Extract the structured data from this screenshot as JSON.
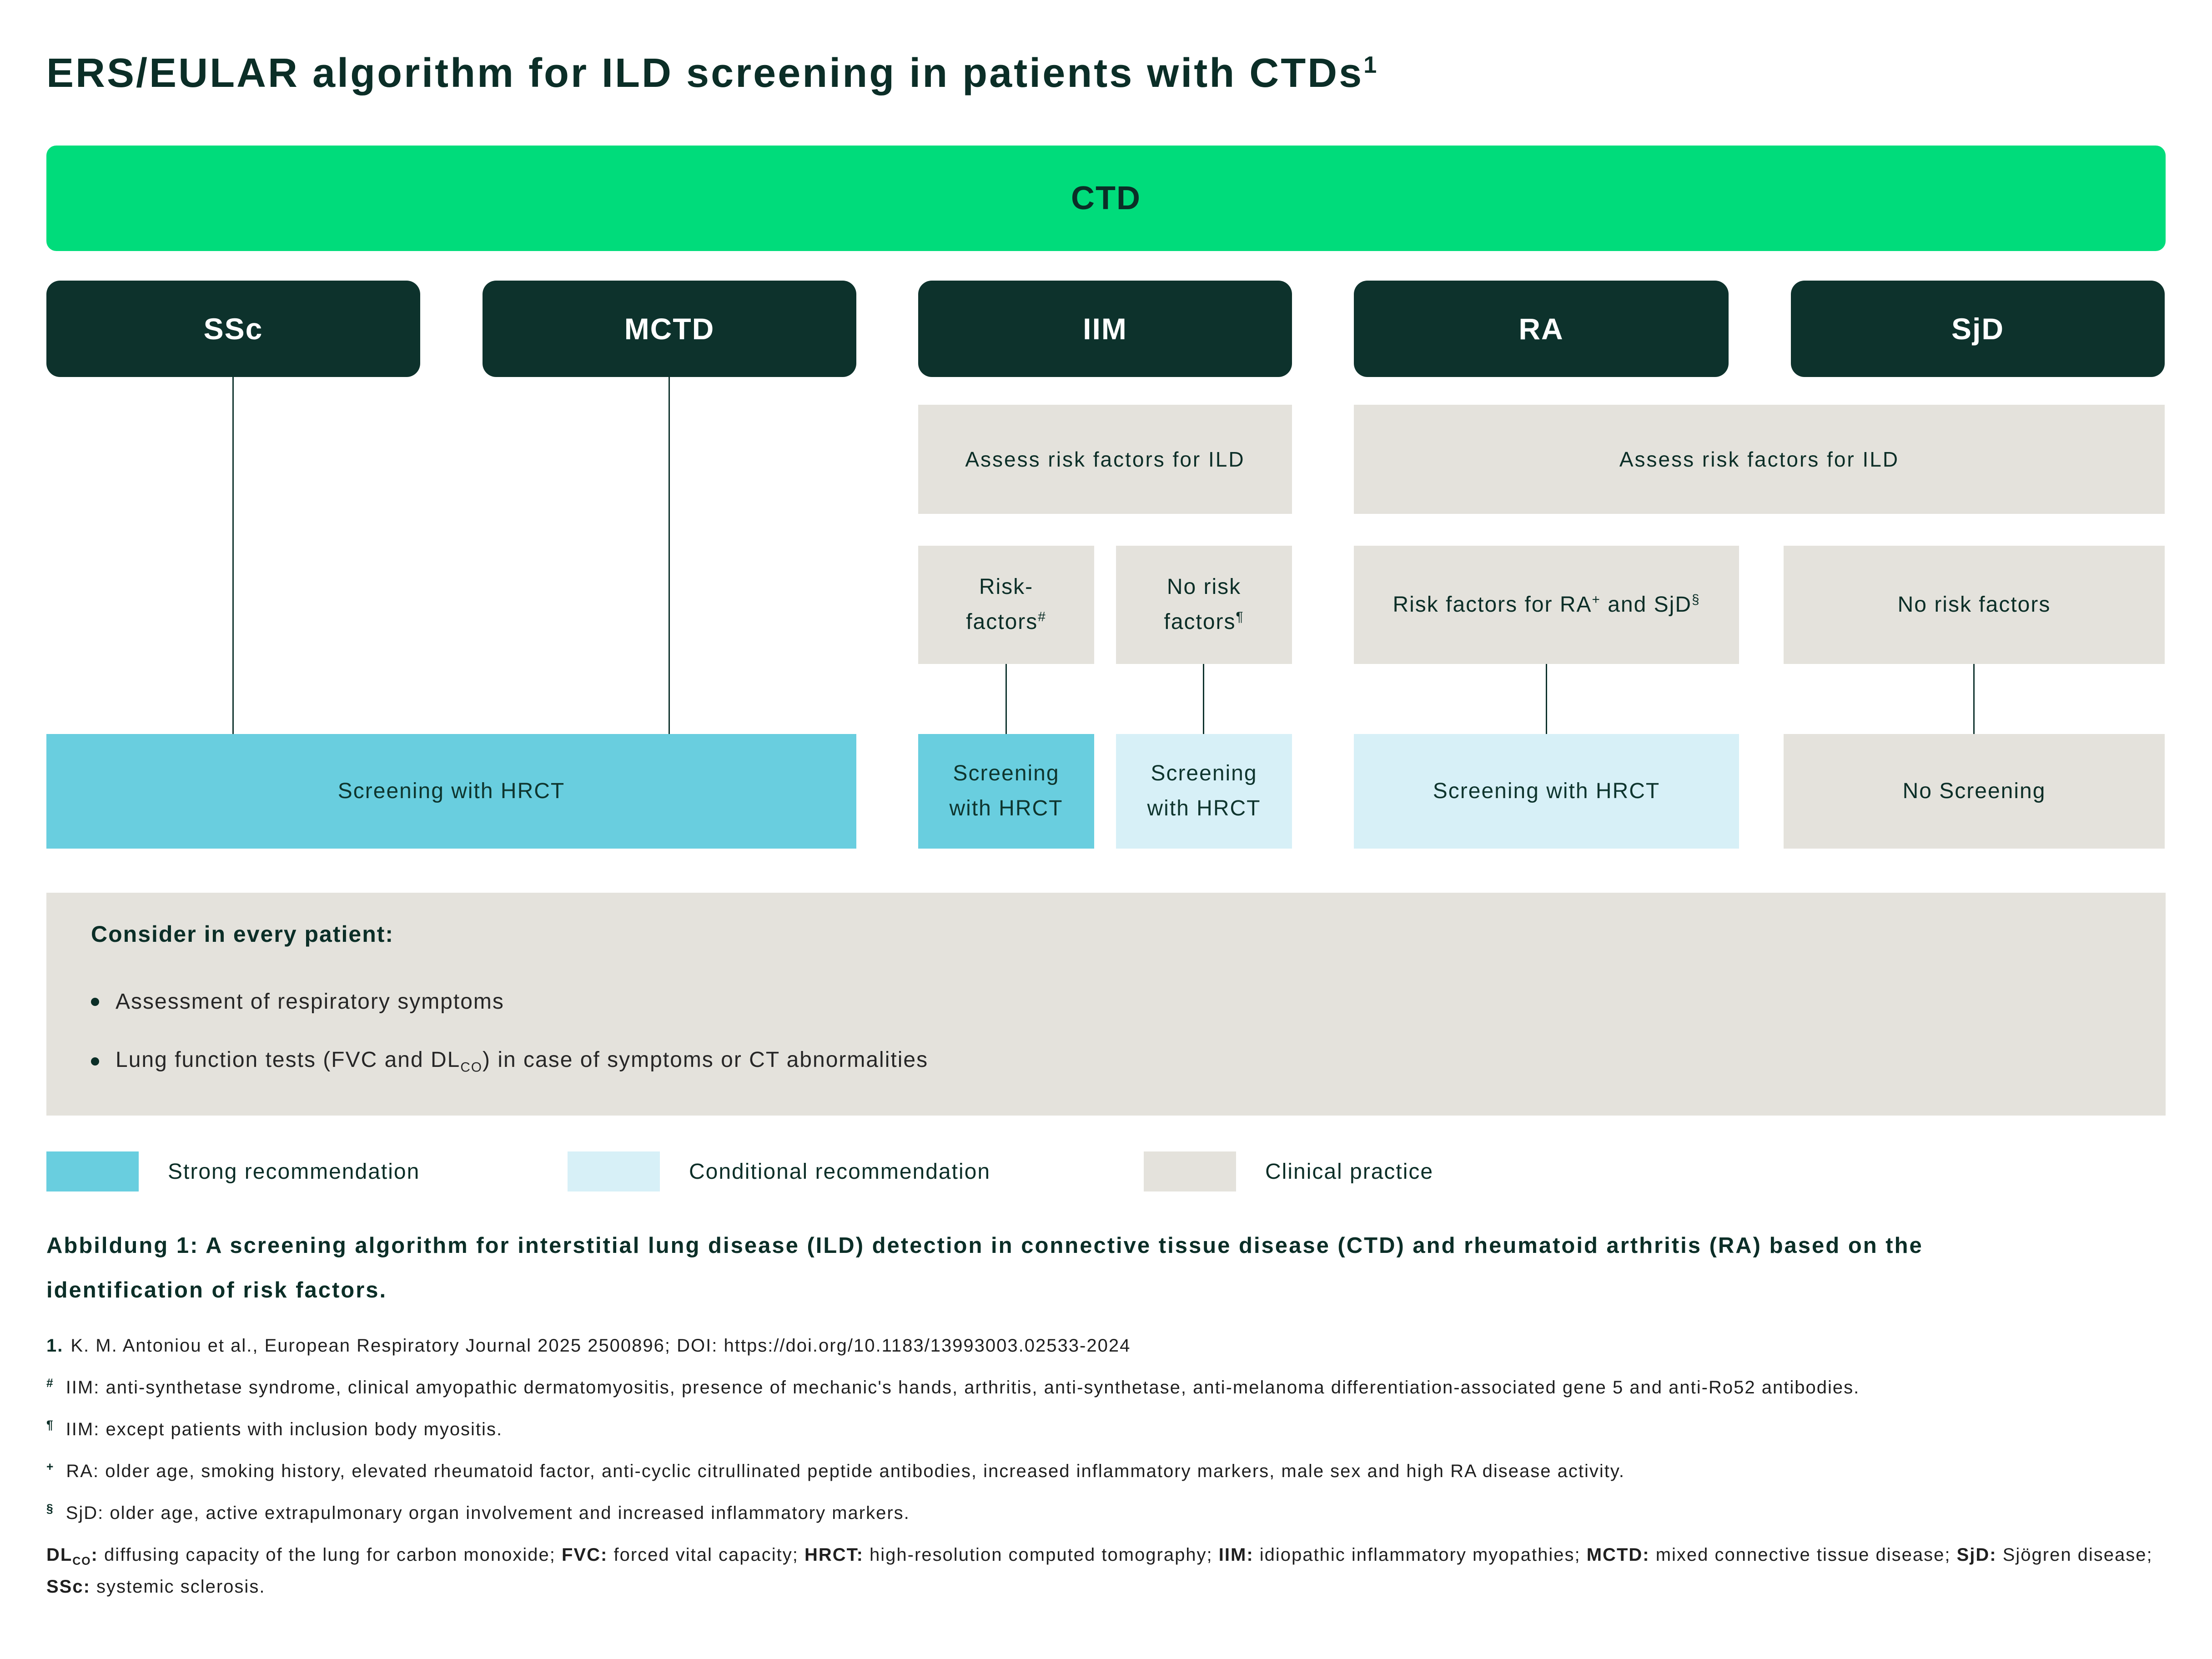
{
  "title": {
    "text": "ERS/EULAR algorithm for ILD screening in patients with CTDs",
    "superscript": "1"
  },
  "colors": {
    "brand_green": "#00DC7B",
    "dark_green_box": "#0D322C",
    "strong_recommendation_teal": "#69CEDF",
    "conditional_recommendation_blue": "#D7F0F7",
    "clinical_practice_gray": "#E4E2DC",
    "text_dark_green": "#0B2E27",
    "footnote_text": "#1F1F1F"
  },
  "diagram": {
    "root_label": "CTD",
    "disease_labels": {
      "ssc": "SSc",
      "mctd": "MCTD",
      "iim": "IIM",
      "ra": "RA",
      "sjd": "SjD"
    },
    "assess_iim_label": "Assess risk factors for ILD",
    "assess_ra_sjd_label": "Assess risk factors for ILD",
    "risk_iim_yes_segments": [
      {
        "t": "Risk-"
      },
      {
        "br": true
      },
      {
        "t": "factors"
      },
      {
        "t": "#",
        "sup": true
      }
    ],
    "risk_iim_no_segments": [
      {
        "t": "No risk"
      },
      {
        "br": true
      },
      {
        "t": "factors"
      },
      {
        "t": "¶",
        "sup": true
      }
    ],
    "risk_ra_yes_segments": [
      {
        "t": "Risk factors for RA"
      },
      {
        "t": "+",
        "sup": true
      },
      {
        "t": " and SjD"
      },
      {
        "t": "§",
        "sup": true
      }
    ],
    "risk_ra_no_label": "No risk factors",
    "screen_ssc_mctd_label": "Screening with HRCT",
    "screen_iim_yes_segments": [
      {
        "t": "Screening"
      },
      {
        "br": true
      },
      {
        "t": "with HRCT"
      }
    ],
    "screen_iim_no_segments": [
      {
        "t": "Screening"
      },
      {
        "br": true
      },
      {
        "t": "with HRCT"
      }
    ],
    "screen_ra_label": "Screening with HRCT",
    "screen_none_label": "No Screening"
  },
  "consider": {
    "heading": "Consider in every patient:",
    "bullet1": "Assessment of respiratory symptoms",
    "bullet2_segments": [
      {
        "t": "Lung function tests (FVC and DL"
      },
      {
        "t": "CO",
        "sub": true
      },
      {
        "t": ") in case of symptoms or CT abnormalities"
      }
    ]
  },
  "legend": {
    "strong": {
      "label": "Strong recommendation",
      "color": "#69CEDF"
    },
    "conditional": {
      "label": "Conditional recommendation",
      "color": "#D7F0F7"
    },
    "clinical": {
      "label": "Clinical practice",
      "color": "#E4E2DC"
    }
  },
  "caption": {
    "line1": "Abbildung 1: A screening algorithm for interstitial lung disease (ILD) detection in connective tissue disease (CTD) and rheumatoid arthritis (RA) based on the",
    "line2": "identification of risk factors."
  },
  "footnotes": {
    "ref": {
      "marker": "1.",
      "text": "K. M. Antoniou et al., European Respiratory Journal 2025 2500896; DOI: https://doi.org/10.1183/13993003.02533-2024"
    },
    "hash": {
      "marker": "#",
      "text": "IIM: anti-synthetase syndrome, clinical amyopathic dermatomyositis, presence of mechanic's hands, arthritis, anti-synthetase, anti-melanoma differentiation-associated gene 5 and anti-Ro52 antibodies."
    },
    "pilcrow": {
      "marker": "¶",
      "text": "IIM: except patients with inclusion body myositis."
    },
    "plus": {
      "marker": "+",
      "text": "RA: older age, smoking history, elevated rheumatoid factor, anti-cyclic citrullinated peptide antibodies, increased inflammatory markers, male sex and high RA disease activity."
    },
    "section": {
      "marker": "§",
      "text": "SjD: older age, active extrapulmonary organ involvement and increased inflammatory markers."
    },
    "abbr_segments": [
      {
        "t": "DL",
        "b": true
      },
      {
        "t": "CO",
        "b": true,
        "sub": true
      },
      {
        "t": ":",
        "b": true
      },
      {
        "t": " diffusing capacity of the lung for carbon monoxide; "
      },
      {
        "t": "FVC:",
        "b": true
      },
      {
        "t": " forced vital capacity; "
      },
      {
        "t": "HRCT:",
        "b": true
      },
      {
        "t": " high-resolution computed tomography; "
      },
      {
        "t": "IIM:",
        "b": true
      },
      {
        "t": " idiopathic inflammatory myopathies; "
      },
      {
        "t": "MCTD:",
        "b": true
      },
      {
        "t": " mixed connective tissue disease; "
      },
      {
        "t": "SjD:",
        "b": true
      },
      {
        "t": " Sjögren disease; "
      },
      {
        "t": "SSc:",
        "b": true
      },
      {
        "t": " systemic sclerosis."
      }
    ]
  }
}
